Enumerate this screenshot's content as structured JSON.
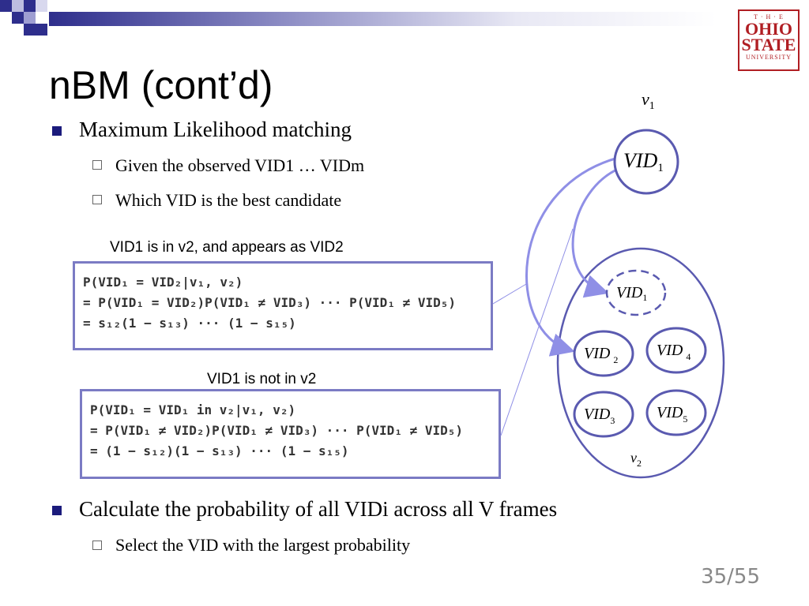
{
  "slide": {
    "title": "nBM (cont’d)",
    "page_number": "35/55"
  },
  "logo": {
    "line1": "T · H · E",
    "line2": "OHIO",
    "line3": "STATE",
    "line4": "UNIVERSITY"
  },
  "bullets": {
    "b1": "Maximum Likelihood matching",
    "b1_sub1": "Given the observed VID1 … VIDm",
    "b1_sub2": "Which VID is the best candidate",
    "b2": "Calculate the probability of all VIDi across all V frames",
    "b2_sub1": "Select the VID with the largest probability"
  },
  "captions": {
    "case1": "VID1 is in v2, and appears as VID2",
    "case2": "VID1 is not in v2"
  },
  "equations": {
    "case1": [
      "P(VID₁ = VID₂|v₁, v₂)",
      "= P(VID₁ = VID₂)P(VID₁ ≠ VID₃) ··· P(VID₁ ≠ VID₅)",
      "= s₁₂(1 − s₁₃) ··· (1 − s₁₅)"
    ],
    "case2": [
      "P(VID₁ = VID₁ in v₂|v₁, v₂)",
      "= P(VID₁ ≠ VID₂)P(VID₁ ≠ VID₃) ··· P(VID₁ ≠ VID₅)",
      "= (1 − s₁₂)(1 − s₁₃) ··· (1 − s₁₅)"
    ]
  },
  "diagram": {
    "v1": {
      "main": "v",
      "sub": "1"
    },
    "v2": {
      "main": "v",
      "sub": "2"
    },
    "nodes": {
      "top": {
        "main": "VID",
        "sub": "1"
      },
      "dashed": {
        "main": "VID",
        "sub": "1"
      },
      "n2": {
        "main": "VID",
        "sub": "2"
      },
      "n3": {
        "main": "VID",
        "sub": "3"
      },
      "n4": {
        "main": "VID",
        "sub": "4"
      },
      "n5": {
        "main": "VID",
        "sub": "5"
      }
    }
  },
  "colors": {
    "bullet": "#1b1b7c",
    "node_stroke": "#5a5ab0",
    "box_stroke": "#7b7bc4",
    "arrow": "#8f8fe6",
    "logo_red": "#b01e23",
    "page_number": "#888888"
  }
}
